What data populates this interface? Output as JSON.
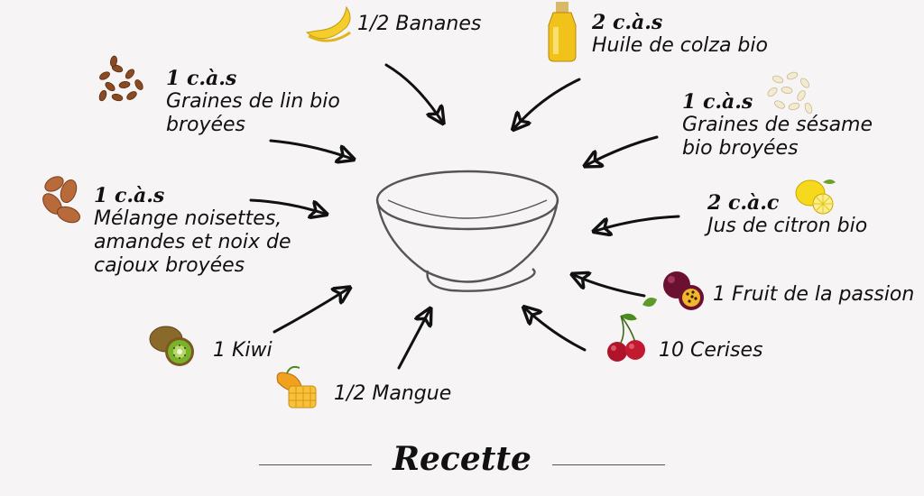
{
  "ingredients": {
    "banane": {
      "text": "1/2 Bananes"
    },
    "huile": {
      "qty": "2 c.à.s",
      "name": "Huile de colza bio"
    },
    "lin": {
      "qty": "1 c.à.s",
      "name1": "Graines de lin bio",
      "name2": "broyées"
    },
    "sesame": {
      "qty": "1 c.à.s",
      "name1": "Graines de sésame",
      "name2": "bio broyées"
    },
    "noix": {
      "qty": "1 c.à.s",
      "name1": "Mélange noisettes,",
      "name2": "amandes et noix de",
      "name3": "cajoux broyées"
    },
    "citron": {
      "qty": "2 c.à.c",
      "name": "Jus de citron bio"
    },
    "passion": {
      "text": "1 Fruit de la passion"
    },
    "kiwi": {
      "text": "1 Kiwi"
    },
    "cerises": {
      "text": "10 Cerises"
    },
    "mangue": {
      "text": "1/2 Mangue"
    }
  },
  "footer": {
    "title": "Recette"
  },
  "icons": [
    "banana-icon",
    "oil-bottle-icon",
    "flax-seeds-icon",
    "sesame-seeds-icon",
    "almonds-icon",
    "lemon-icon",
    "passion-fruit-icon",
    "kiwi-icon",
    "cherries-icon",
    "mango-icon",
    "bowl-icon"
  ],
  "colors": {
    "background": "#f6f4f4",
    "text": "#111111"
  }
}
